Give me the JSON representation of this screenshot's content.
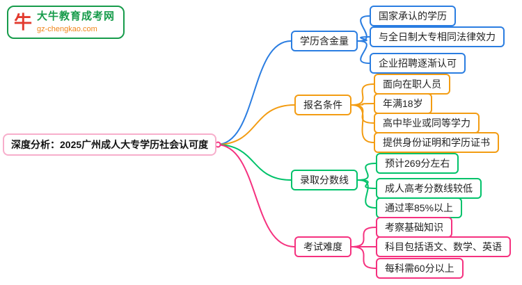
{
  "logo": {
    "title": "大牛教育成考网",
    "subtitle": "gz-chengkao.com",
    "border_color": "#169b4a",
    "icon": "bull-logo-icon"
  },
  "root": {
    "label": "深度分析：2025广州成人大专学历社会认可度",
    "border_color": "#f7aecb"
  },
  "branches": [
    {
      "label": "学历含金量",
      "color": "#2a7de1",
      "children": [
        "国家承认的学历",
        "与全日制大专相同法律效力",
        "企业招聘逐渐认可"
      ]
    },
    {
      "label": "报名条件",
      "color": "#f39c12",
      "children": [
        "面向在职人员",
        "年满18岁",
        "高中毕业或同等学力",
        "提供身份证明和学历证书"
      ]
    },
    {
      "label": "录取分数线",
      "color": "#00c26a",
      "children": [
        "预计269分左右",
        "成人高考分数线较低",
        "通过率85%以上"
      ]
    },
    {
      "label": "考试难度",
      "color": "#f5317f",
      "children": [
        "考察基础知识",
        "科目包括语文、数学、英语",
        "每科需60分以上"
      ]
    }
  ]
}
